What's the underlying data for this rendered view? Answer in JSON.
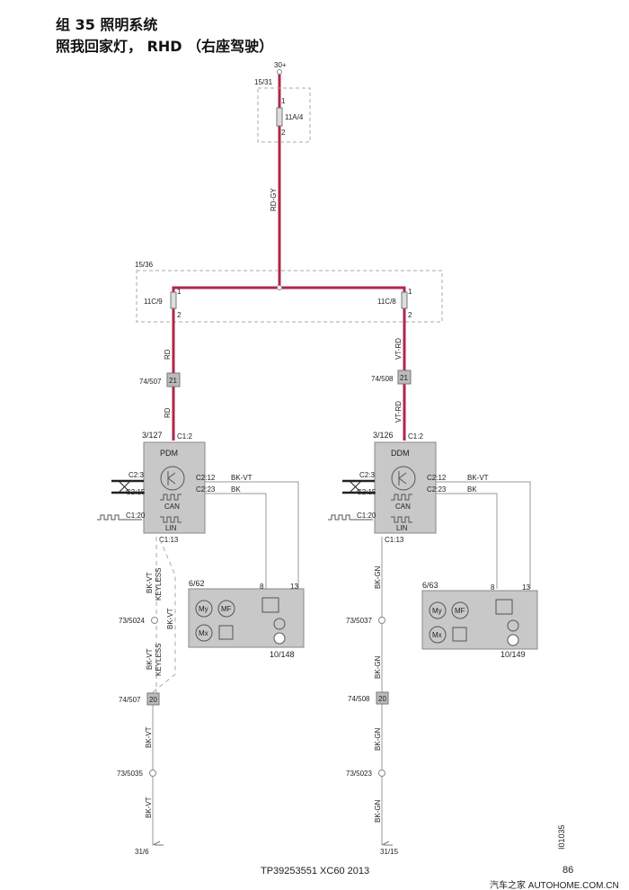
{
  "header": {
    "title": "组 35 照明系统",
    "subtitle": "照我回家灯， RHD （右座驾驶）"
  },
  "colors": {
    "power_wire": "#b0264a",
    "signal_wire": "#999999",
    "module_fill": "#c8c8c8"
  },
  "supply": {
    "terminal": "30+",
    "fuse_box_1": "15/31",
    "fuse_1": "11A/4",
    "pin_1": "1",
    "pin_2": "2",
    "wire_main": "RD-GY"
  },
  "fuse_box_2": {
    "label": "15/36",
    "left_fuse": "11C/9",
    "right_fuse": "11C/8",
    "pin_1": "1",
    "pin_2": "2"
  },
  "left": {
    "wire_rd": "RD",
    "connector_top": "74/507",
    "connector_top_pin": "21",
    "module_id": "3/127",
    "module_name": "PDM",
    "c12": "C1:2",
    "c23": "C2:3",
    "c215": "C2:15",
    "c120": "C1:20",
    "c113": "C1:13",
    "c212": "C2:12",
    "c223": "C2:23",
    "wire_bkvt": "BK-VT",
    "wire_bk": "BK",
    "can": "CAN",
    "lin": "LIN",
    "keyless": "KEYLESS",
    "splice_1": "73/5024",
    "connector_bot": "74/507",
    "connector_bot_pin": "20",
    "splice_2": "73/5035",
    "ground": "31/6",
    "mirror_id": "6/62",
    "mirror_pin_8": "8",
    "mirror_pin_13": "13",
    "lamp_id": "10/148",
    "my": "My",
    "mf": "MF",
    "mx": "Mx"
  },
  "right": {
    "wire_vtrd": "VT-RD",
    "connector_top": "74/508",
    "connector_top_pin": "21",
    "module_id": "3/126",
    "module_name": "DDM",
    "c12": "C1:2",
    "c23": "C2:3",
    "c215": "C2:15",
    "c120": "C1:20",
    "c113": "C1:13",
    "c212": "C2:12",
    "c223": "C2:23",
    "wire_bkvt": "BK-VT",
    "wire_bk": "BK",
    "can": "CAN",
    "lin": "LIN",
    "wire_bkgn": "BK-GN",
    "splice_1": "73/5037",
    "connector_bot": "74/508",
    "connector_bot_pin": "20",
    "splice_2": "73/5023",
    "ground": "31/15",
    "mirror_id": "6/63",
    "mirror_pin_8": "8",
    "mirror_pin_13": "13",
    "lamp_id": "10/149",
    "my": "My",
    "mf": "MF",
    "mx": "Mx"
  },
  "footer": {
    "doc_id": "TP39253551 XC60 2013",
    "page": "86",
    "figure_id": "I01035",
    "watermark": "汽车之家 AUTOHOME.COM.CN"
  }
}
